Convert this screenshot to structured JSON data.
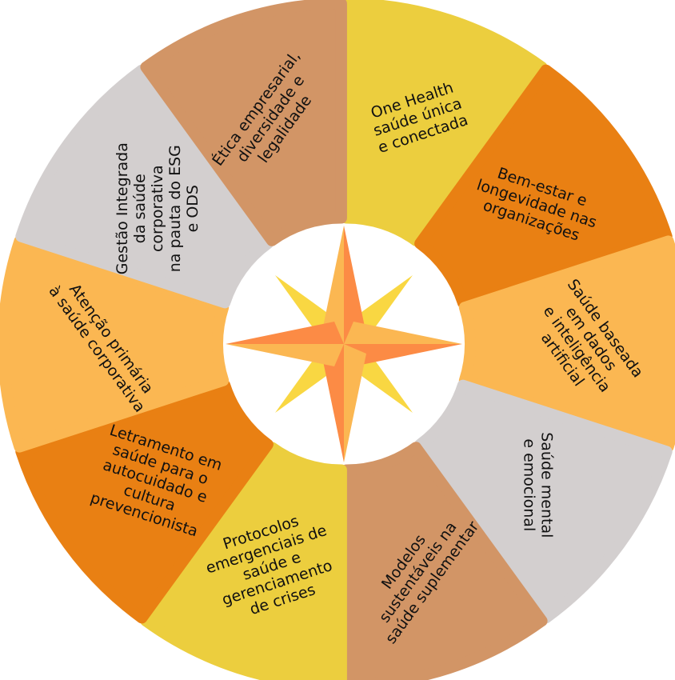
{
  "colors": {
    "yellow": "#ecce3e",
    "dark_orange": "#e98013",
    "light_orange": "#fbb752",
    "gray": "#d3cfcf",
    "tan": "#d29566",
    "star_gold": "#f9d742",
    "star_light": "#fbb752",
    "star_dark": "#fc8b45"
  },
  "segments": [
    {
      "lines": [
        "One Health",
        "saúde única",
        "e conectada"
      ],
      "color": "yellow"
    },
    {
      "lines": [
        "Bem-estar e",
        "longevidade nas",
        "organizações"
      ],
      "color": "dark_orange"
    },
    {
      "lines": [
        "Saúde baseada",
        "em dados",
        "e inteligência",
        "artificial"
      ],
      "color": "light_orange"
    },
    {
      "lines": [
        "Saúde mental",
        "e emocional"
      ],
      "color": "gray"
    },
    {
      "lines": [
        "Modelos",
        "sustentáveis na",
        "saúde suplementar"
      ],
      "color": "tan"
    },
    {
      "lines": [
        "Protocolos",
        "emergenciais de",
        "saúde e",
        "gerenciamento",
        "de crises"
      ],
      "color": "yellow"
    },
    {
      "lines": [
        "Letramento em",
        "saúde para o",
        "autocuidado e",
        "cultura",
        "prevencionista"
      ],
      "color": "dark_orange"
    },
    {
      "lines": [
        "Atenção primária",
        "à saúde corporativa"
      ],
      "color": "light_orange"
    },
    {
      "lines": [
        "Gestão Integrada",
        "da saúde",
        "corporativa",
        "na pauta do ESG",
        "e ODS"
      ],
      "color": "gray"
    },
    {
      "lines": [
        "Ética empresarial,",
        "diversidade e",
        "legalidade"
      ],
      "color": "tan"
    }
  ]
}
